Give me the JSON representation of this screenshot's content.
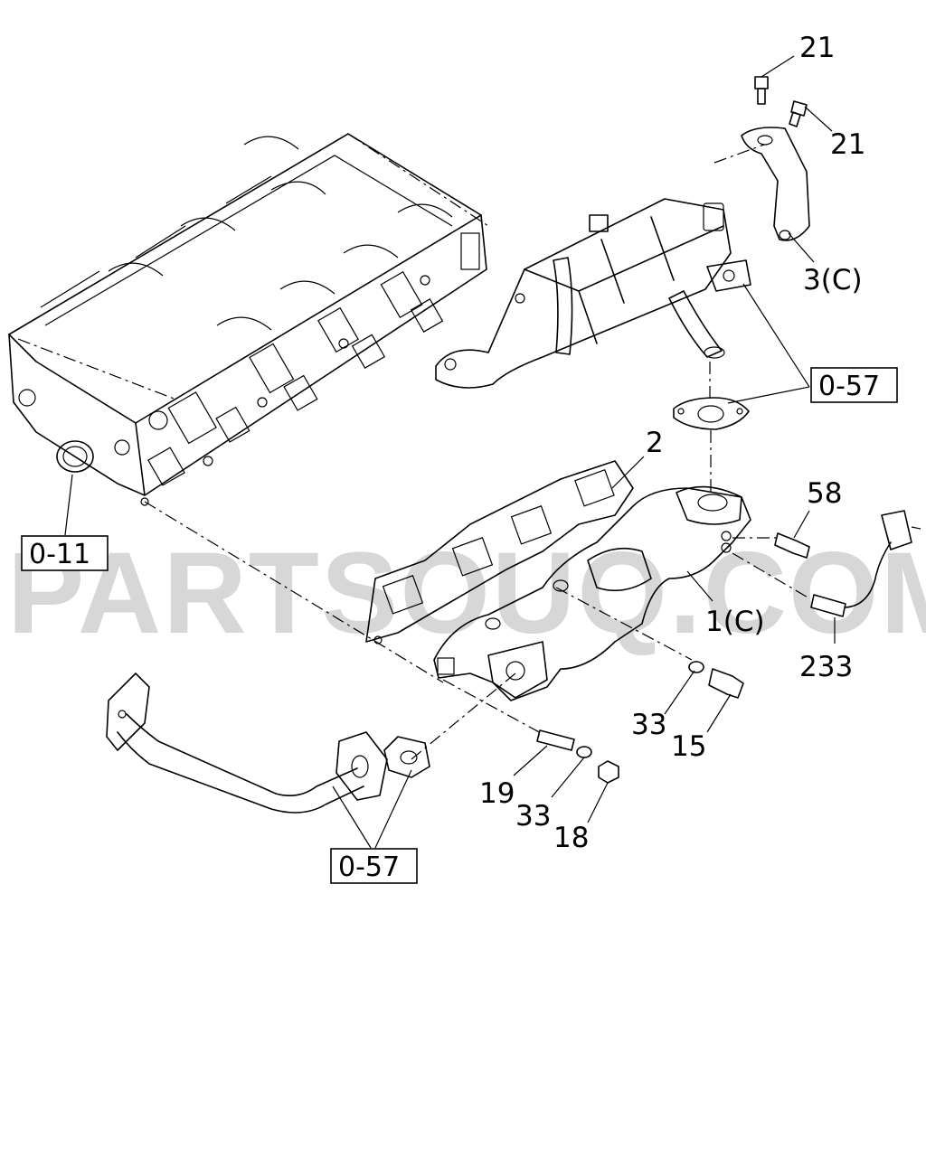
{
  "watermark": "PARTSOUQ.COM",
  "callouts": {
    "c21a": "21",
    "c21b": "21",
    "c3c": "3(C)",
    "c2": "2",
    "c58": "58",
    "c1c": "1(C)",
    "c233": "233",
    "c33a": "33",
    "c15": "15",
    "c19": "19",
    "c33b": "33",
    "c18": "18"
  },
  "refs": {
    "r057a": "0-57",
    "r011": "0-11",
    "r057b": "0-57"
  }
}
